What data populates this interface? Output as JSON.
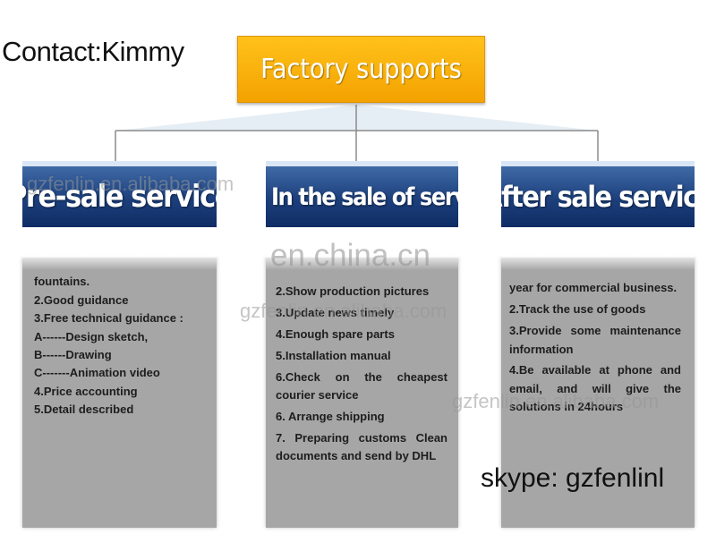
{
  "contact": "Contact:Kimmy",
  "root": {
    "title": "Factory supports"
  },
  "columns": [
    {
      "title": "Pre-sale service",
      "items": [
        "fountains.",
        "2.Good guidance",
        "3.Free technical guidance :",
        "A------Design sketch,",
        "B------Drawing",
        "C-------Animation video",
        "4.Price accounting",
        "5.Detail described"
      ]
    },
    {
      "title": "In the sale of services",
      "items": [
        "2.Show production pictures",
        "3.Update news timely",
        "4.Enough spare parts",
        "5.Installation manual",
        "6.Check on the cheapest",
        "courier service",
        "6. Arrange shipping",
        "7. Preparing customs Clean",
        "documents and send by DHL"
      ]
    },
    {
      "title": "After sale service",
      "items": [
        "year for commercial business.",
        "2.Track the use of goods",
        "3.Provide some maintenance",
        "information",
        "4.Be available at phone and",
        "email, and will give the",
        "solutions in 24hours"
      ]
    }
  ],
  "watermarks": {
    "alibaba": "gzfenlin.en.alibaba.com",
    "china": "en.china.cn"
  },
  "skype": "skype: gzfenlinl",
  "colors": {
    "root_orange": "#f4a200",
    "header_blue": "#1c3f7c",
    "panel_gray": "#a6a6a6"
  }
}
